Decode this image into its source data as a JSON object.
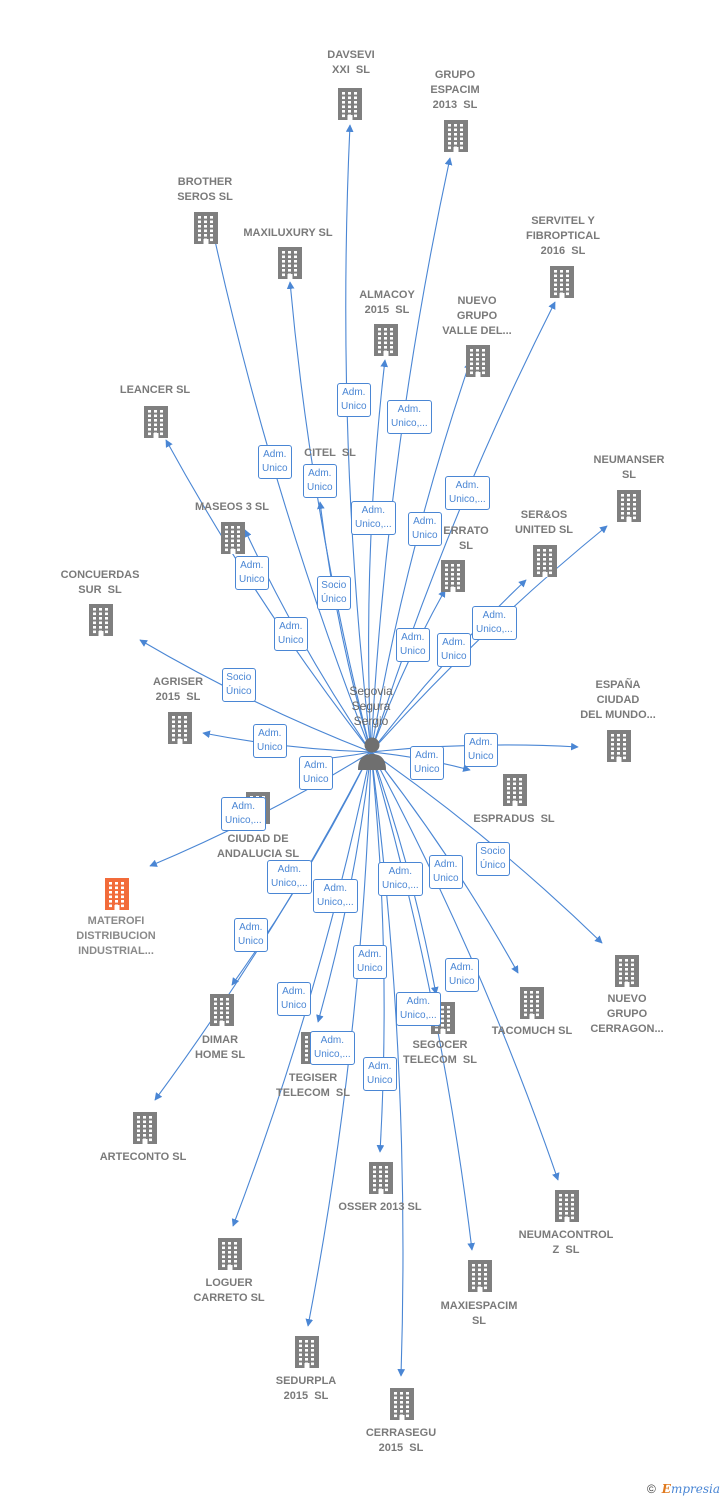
{
  "center": {
    "name": "Segovia\nSegura\nSergio"
  },
  "companies": [
    {
      "id": "davsevi",
      "name": "DAVSEVI\nXXI  SL"
    },
    {
      "id": "grupo-espacim",
      "name": "GRUPO\nESPACIM\n2013  SL"
    },
    {
      "id": "brotheros",
      "name": "BROTHER\nSEROS SL"
    },
    {
      "id": "maxiluxury",
      "name": "MAXILUXURY SL"
    },
    {
      "id": "servitel",
      "name": "SERVITEL Y\nFIBROPTICAL\n2016  SL"
    },
    {
      "id": "almacoy",
      "name": "ALMACOY\n2015  SL"
    },
    {
      "id": "nuevo-grupo-valle",
      "name": "NUEVO\nGRUPO\nVALLE DEL..."
    },
    {
      "id": "leancer",
      "name": "LEANCER SL"
    },
    {
      "id": "citel",
      "name": "CITEL  SL"
    },
    {
      "id": "neumanser",
      "name": "NEUMANSER\nSL"
    },
    {
      "id": "maseos",
      "name": "MASEOS 3 SL"
    },
    {
      "id": "errato",
      "name": "ERRATO\nSL"
    },
    {
      "id": "seros-united",
      "name": "SER&OS\nUNITED SL"
    },
    {
      "id": "concuerdas",
      "name": "CONCUERDAS\nSUR  SL"
    },
    {
      "id": "agriser",
      "name": "AGRISER\n2015  SL"
    },
    {
      "id": "espana-ciudad",
      "name": "ESPAÑA\nCIUDAD\nDEL MUNDO..."
    },
    {
      "id": "espradus",
      "name": "ESPRADUS  SL"
    },
    {
      "id": "ciudad-andalucia",
      "name": "CIUDAD DE\nANDALUCIA SL"
    },
    {
      "id": "materofi",
      "name": "MATEROFI\nDISTRIBUCION\nINDUSTRIAL..."
    },
    {
      "id": "nuevo-grupo-cerragon",
      "name": "NUEVO\nGRUPO\nCERRAGON..."
    },
    {
      "id": "tacomuch",
      "name": "TACOMUCH SL"
    },
    {
      "id": "dimar",
      "name": "DIMAR\nHOME SL"
    },
    {
      "id": "segocer",
      "name": "SEGOCER\nTELECOM  SL"
    },
    {
      "id": "tegiser",
      "name": "TEGISER\nTELECOM  SL"
    },
    {
      "id": "arteconto",
      "name": "ARTECONTO SL"
    },
    {
      "id": "neumacontrol",
      "name": "NEUMACONTROL\nZ  SL"
    },
    {
      "id": "osser",
      "name": "OSSER 2013 SL"
    },
    {
      "id": "loguer",
      "name": "LOGUER\nCARRETO SL"
    },
    {
      "id": "maxiespacim",
      "name": "MAXIESPACIM\nSL"
    },
    {
      "id": "sedurpla",
      "name": "SEDURPLA\n2015  SL"
    },
    {
      "id": "cerrasegu",
      "name": "CERRASEGU\n2015  SL"
    }
  ],
  "roles": [
    "Adm.\nUnico",
    "Adm.\nUnico,...",
    "Adm.\nUnico",
    "Adm.\nUnico",
    "Adm.\nUnico,...",
    "Adm.\nUnico,...",
    "Adm.\nUnico",
    "Adm.\nUnico",
    "Socio\nÚnico",
    "Adm.\nUnico",
    "Adm.\nUnico,...",
    "Adm.\nUnico",
    "Adm.\nUnico",
    "Socio\nÚnico",
    "Adm.\nUnico",
    "Adm.\nUnico",
    "Adm.\nUnico",
    "Adm.\nUnico",
    "Adm.\nUnico,...",
    "Socio\nÚnico",
    "Adm.\nUnico,...",
    "Adm.\nUnico,...",
    "Adm.\nUnico,...",
    "Adm.\nUnico",
    "Adm.\nUnico",
    "Adm.\nUnico",
    "Adm.\nUnico",
    "Adm.\nUnico",
    "Adm.\nUnico,...",
    "Adm.\nUnico,...",
    "Adm.\nUnico"
  ],
  "colors": {
    "edge": "#4a86d4",
    "building": "#7f7f7f",
    "highlight": "#f26b3a"
  },
  "footer": {
    "copyright": "©",
    "brand_e": "E",
    "brand_rest": "mpresia"
  }
}
